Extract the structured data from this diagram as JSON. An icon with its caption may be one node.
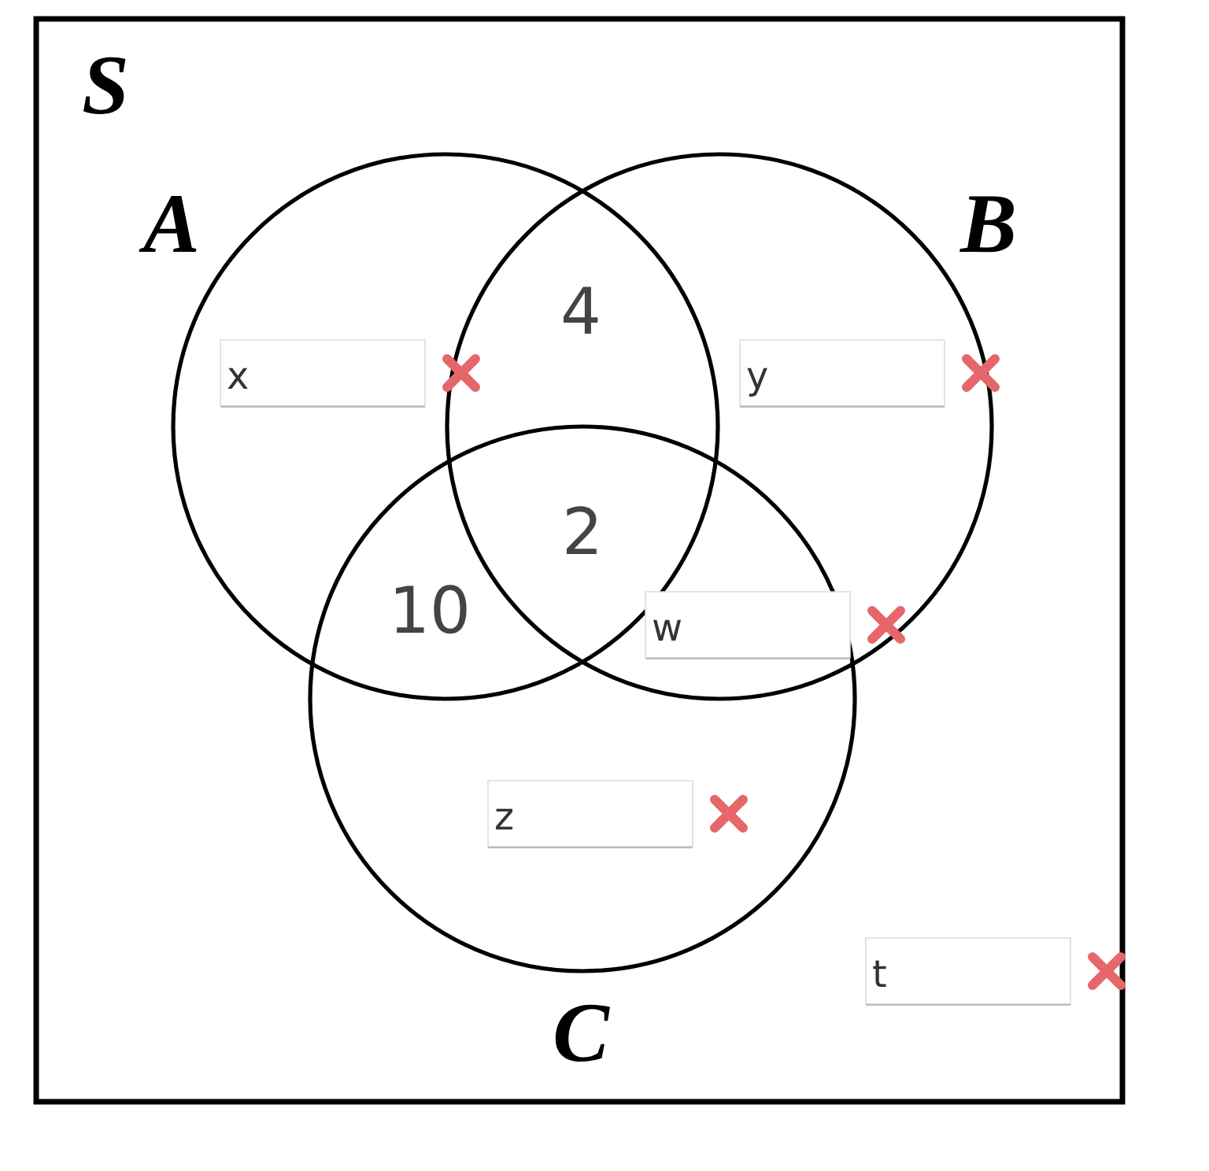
{
  "diagram": {
    "nodes": [
      {
        "text": [
          "S"
        ]
      },
      {
        "text": [
          "A"
        ],
        "in": 0
      },
      {
        "text": [
          "B"
        ],
        "in": 0
      },
      {
        "text": [
          "C"
        ],
        "in": 0
      },
      {
        "text": [
          "x"
        ],
        "in": 1
      },
      {
        "text": [
          "y"
        ],
        "in": 2
      },
      {
        "text": [
          "w"
        ]
      },
      {
        "text": [
          "z"
        ],
        "in": 3
      },
      {
        "text": [
          "t"
        ],
        "in": 0
      }
    ],
    "labels": [
      "4",
      "2",
      "10"
    ]
  }
}
